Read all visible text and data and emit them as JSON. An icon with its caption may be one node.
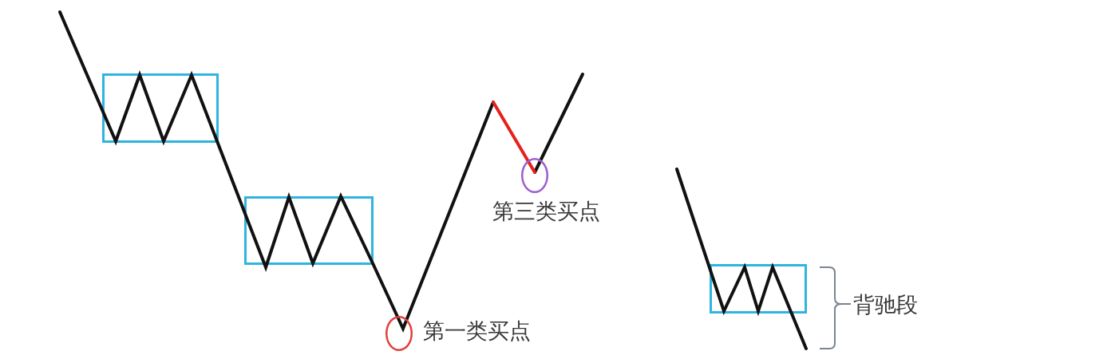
{
  "diagram": {
    "nodes": [
      {
        "text": [],
        "shape": "box"
      },
      {
        "text": [],
        "shape": "box"
      },
      {
        "text": [],
        "shape": "circle",
        "beside": [
          "第一类买点"
        ]
      },
      {
        "text": [],
        "shape": "circle",
        "beside": [
          "第三类买点"
        ]
      },
      {
        "text": [],
        "shape": "box"
      }
    ],
    "labels": [
      "背驰段"
    ]
  }
}
